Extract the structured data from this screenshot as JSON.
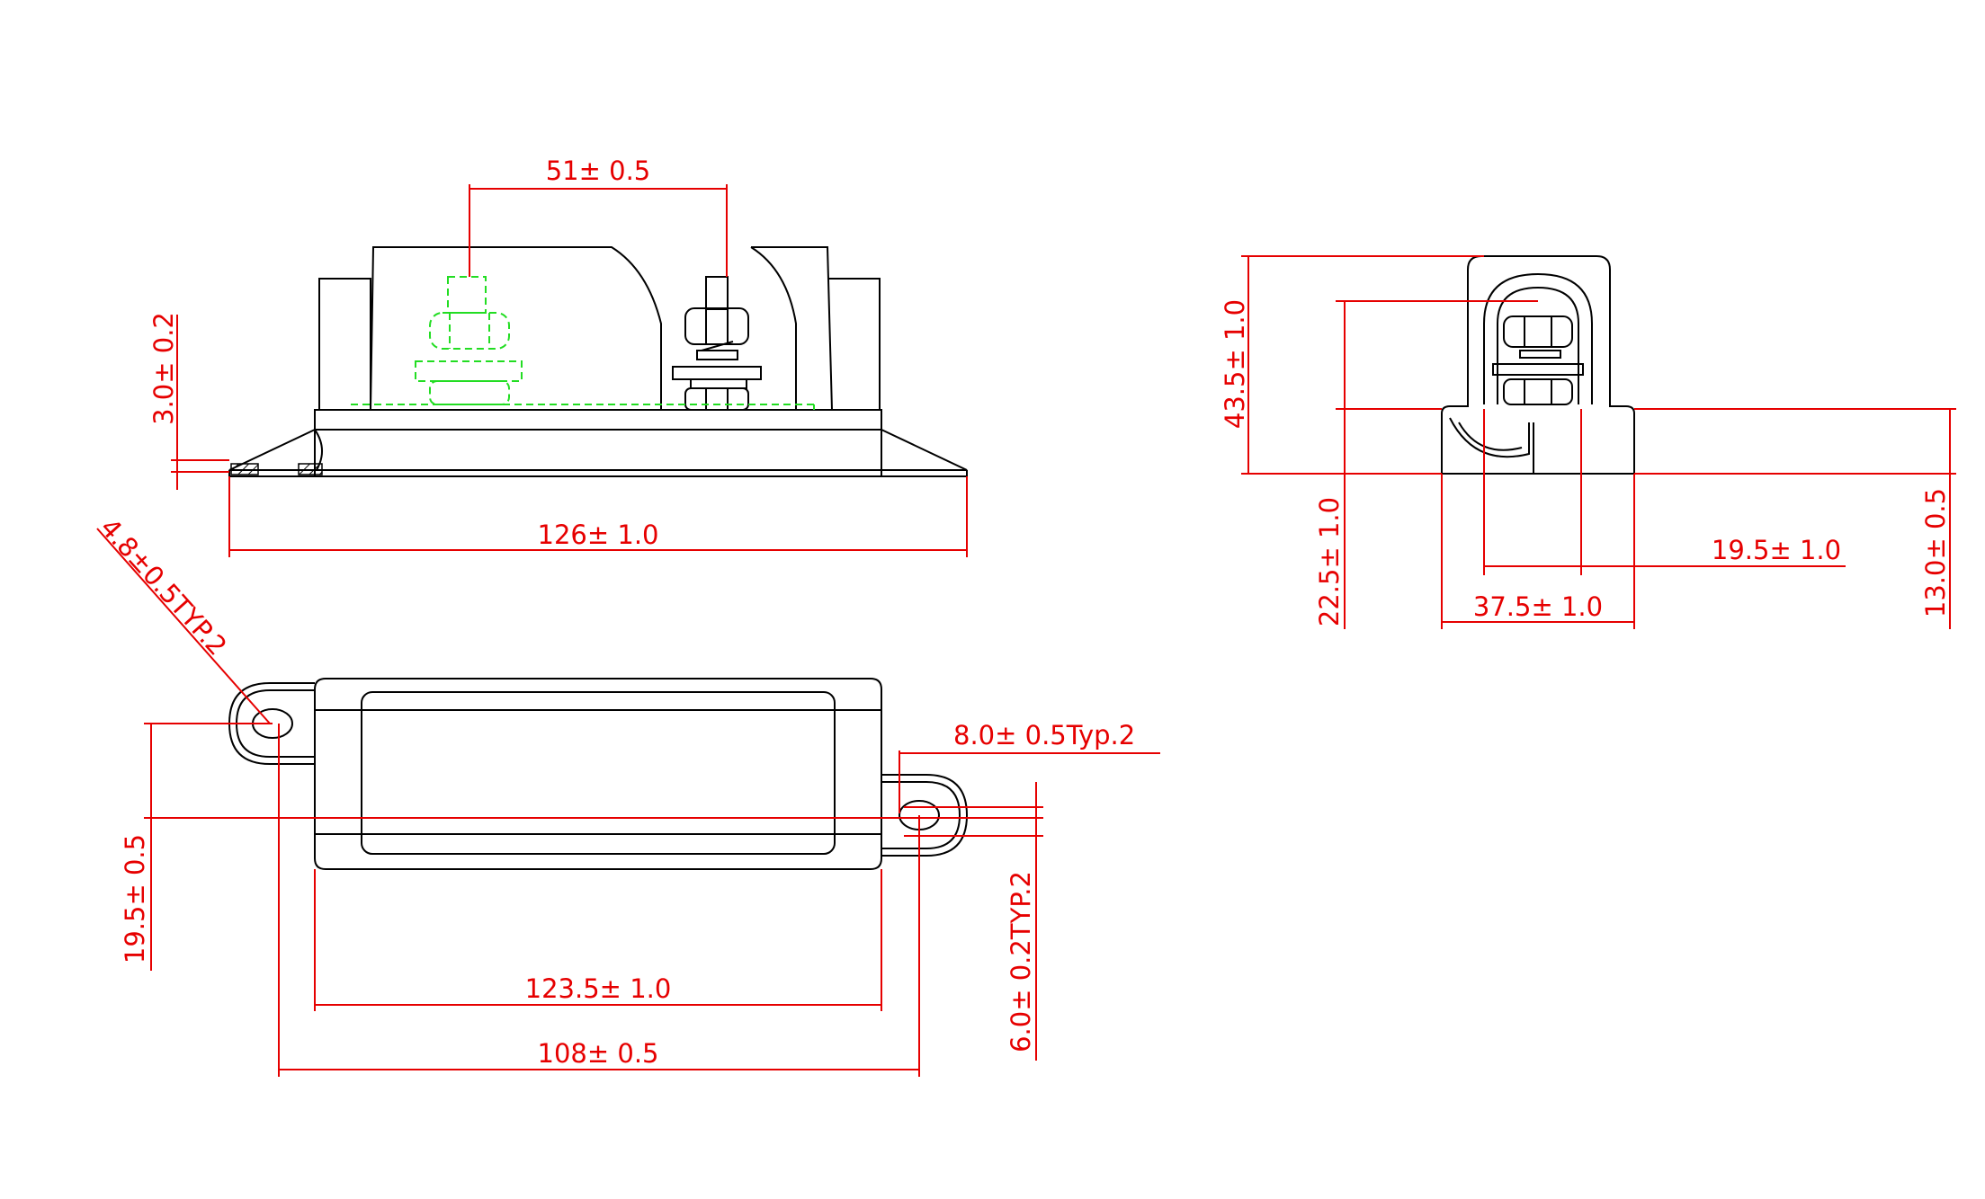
{
  "colors": {
    "outline": "#000000",
    "dimension": "#e60000",
    "hidden": "#22dd22",
    "background": "#ffffff"
  },
  "dims": {
    "stud_spacing": "51± 0.5",
    "base_thickness": "3.0± 0.2",
    "overall_length": "126± 1.0",
    "hole_note": "4.8±0.5TYP.2",
    "height": "43.5± 1.0",
    "body_height": "22.5± 1.0",
    "terminal_width": "19.5± 1.0",
    "side_width": "37.5± 1.0",
    "side_height": "13.0± 0.5",
    "tab_width": "8.0± 0.5Typ.2",
    "slot_offset": "19.5± 0.5",
    "slot_width": "6.0± 0.2TYP.2",
    "body_length": "123.5± 1.0",
    "hole_spacing": "108± 0.5"
  }
}
